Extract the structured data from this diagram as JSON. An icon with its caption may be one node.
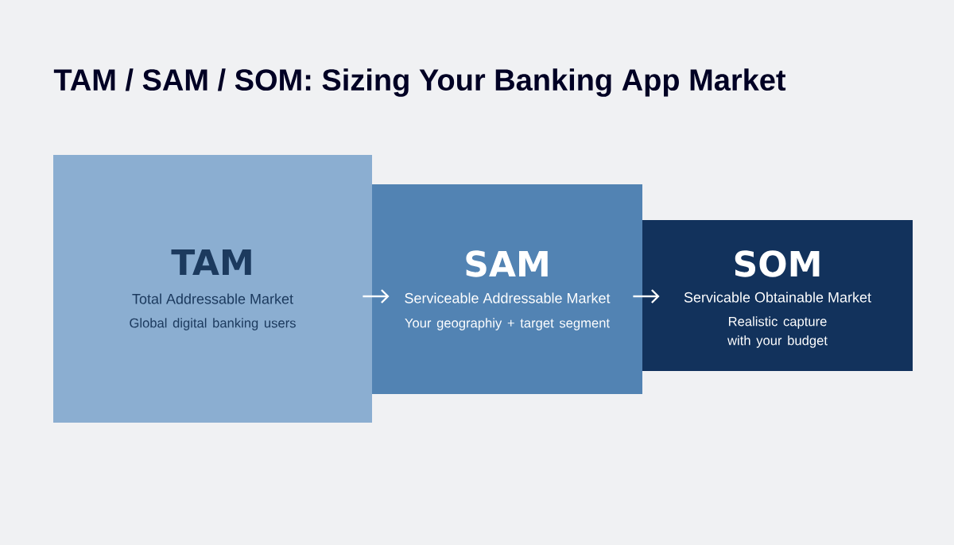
{
  "diagram": {
    "title": "TAM / SAM / SOM: Sizing Your Banking App Market",
    "nodes": [
      {
        "text": [
          "TAM",
          "Total Addressable Market",
          "Global digital banking users"
        ]
      },
      {
        "text": [
          "SAM",
          "Serviceable Addressable Market",
          "Your geographiy + target segment"
        ]
      },
      {
        "text": [
          "SOM",
          "Servicable Obtainable Market",
          "Realistic capture with your budget"
        ]
      }
    ],
    "edges": [
      {
        "from": 0,
        "to": 1,
        "arrow": "to"
      },
      {
        "from": 1,
        "to": 2,
        "arrow": "to"
      }
    ]
  }
}
